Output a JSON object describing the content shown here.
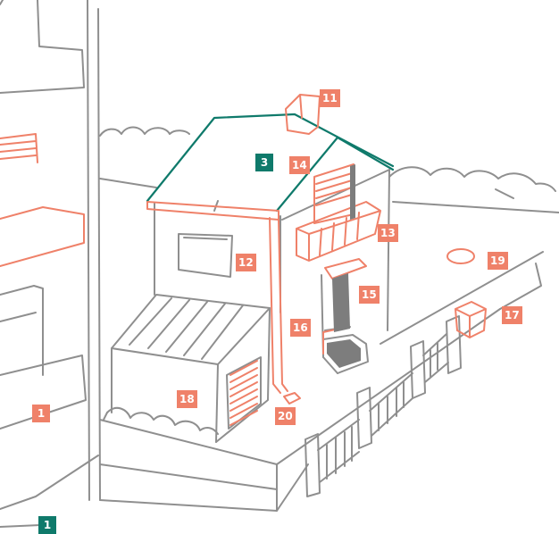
{
  "colors": {
    "outline": "#8f8f8f",
    "accent": "#ef8169",
    "teal": "#0f7a6b",
    "dark": "#7d7d7d"
  },
  "labels": [
    {
      "id": "1",
      "text": "1",
      "color": "accent"
    },
    {
      "id": "1b",
      "text": "1",
      "color": "teal"
    },
    {
      "id": "3",
      "text": "3",
      "color": "teal"
    },
    {
      "id": "11",
      "text": "11",
      "color": "accent"
    },
    {
      "id": "12",
      "text": "12",
      "color": "accent"
    },
    {
      "id": "13",
      "text": "13",
      "color": "accent"
    },
    {
      "id": "14",
      "text": "14",
      "color": "accent"
    },
    {
      "id": "15",
      "text": "15",
      "color": "accent"
    },
    {
      "id": "16",
      "text": "16",
      "color": "accent"
    },
    {
      "id": "17",
      "text": "17",
      "color": "accent"
    },
    {
      "id": "18",
      "text": "18",
      "color": "accent"
    },
    {
      "id": "19",
      "text": "19",
      "color": "accent"
    },
    {
      "id": "20",
      "text": "20",
      "color": "accent"
    }
  ]
}
